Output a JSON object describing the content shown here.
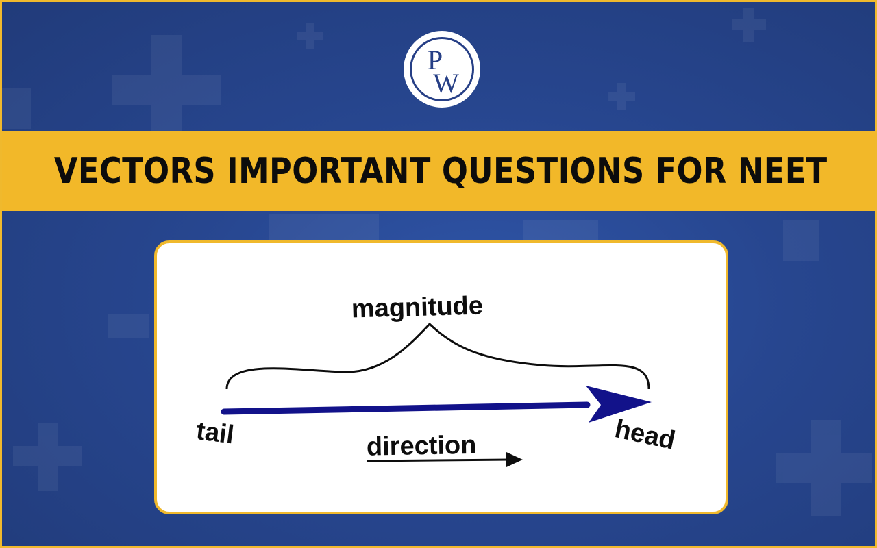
{
  "logo": {
    "letter_top": "P",
    "letter_bottom": "W",
    "icon": "pw-logo"
  },
  "title": "VECTORS IMPORTANT QUESTIONS FOR NEET",
  "diagram": {
    "magnitude_label": "magnitude",
    "tail_label": "tail",
    "head_label": "head",
    "direction_label": "direction"
  },
  "colors": {
    "background": "#27468f",
    "accent": "#f2b829",
    "arrow": "#12128a",
    "card": "#ffffff"
  }
}
